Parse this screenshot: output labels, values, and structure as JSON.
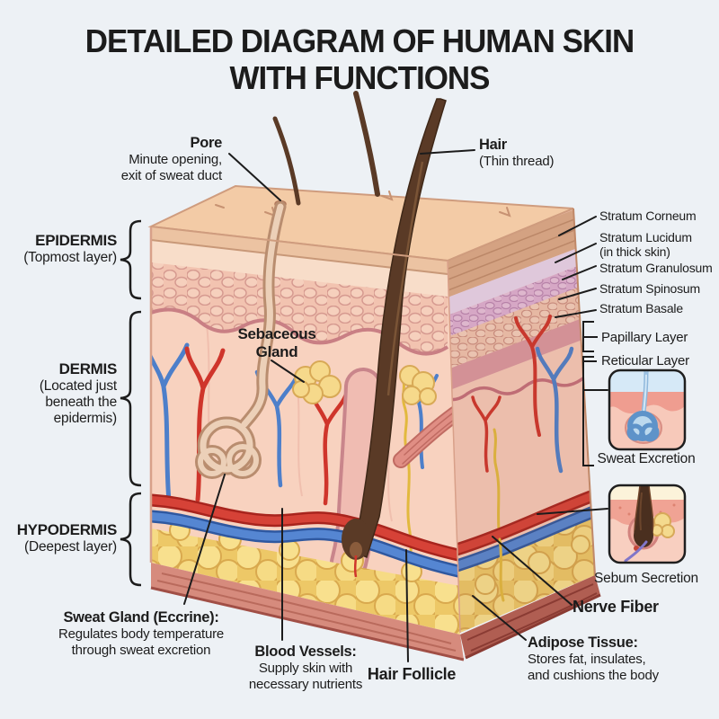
{
  "title": {
    "line1": "DETAILED DIAGRAM OF HUMAN SKIN",
    "line2": "WITH FUNCTIONS"
  },
  "pore": {
    "label": "Pore",
    "line1": "Minute opening,",
    "line2": "exit of sweat duct"
  },
  "hair": {
    "label": "Hair",
    "sub": "(Thin thread)"
  },
  "layers": {
    "epidermis": {
      "label": "EPIDERMIS",
      "sub": "(Topmost layer)"
    },
    "dermis": {
      "label": "DERMIS",
      "sub1": "(Located just",
      "sub2": "beneath the",
      "sub3": "epidermis)"
    },
    "hypodermis": {
      "label": "HYPODERMIS",
      "sub": "(Deepest layer)"
    }
  },
  "sebaceous": {
    "line1": "Sebaceous",
    "line2": "Gland"
  },
  "strata": [
    {
      "label": "Stratum Corneum"
    },
    {
      "label": "Stratum Lucidum",
      "sub": "(in thick skin)"
    },
    {
      "label": "Stratum Granulosum"
    },
    {
      "label": "Stratum Spinosum"
    },
    {
      "label": "Stratum Basale"
    }
  ],
  "dermis_layers": {
    "papillary": "Papillary Layer",
    "reticular": "Reticular Layer"
  },
  "insets": {
    "sweat_caption": "Sweat Excretion",
    "sebum_caption": "Sebum Secretion"
  },
  "bottom": {
    "sweat_gland": {
      "label": "Sweat Gland (Eccrine):",
      "line1": "Regulates body temperature",
      "line2": "through sweat excretion"
    },
    "blood_vessels": {
      "label": "Blood Vessels:",
      "line1": "Supply skin with",
      "line2": "necessary nutrients"
    },
    "hair_follicle": {
      "label": "Hair Follicle"
    },
    "nerve_fiber": {
      "label": "Nerve Fiber"
    },
    "adipose": {
      "label": "Adipose Tissue:",
      "line1": "Stores fat, insulates,",
      "line2": "and cushions the body"
    }
  },
  "colors": {
    "background": "#edf1f5",
    "ink": "#1c1c1c",
    "artery": "#d13429",
    "vein": "#4a7cc8",
    "nerve": "#e2b93e",
    "fat": "#f6db85",
    "skin_surface": "#f3cba6",
    "dermis": "#f8d2bf",
    "hair": "#5a3a26",
    "sebaceous_gland": "#f6d98b"
  }
}
